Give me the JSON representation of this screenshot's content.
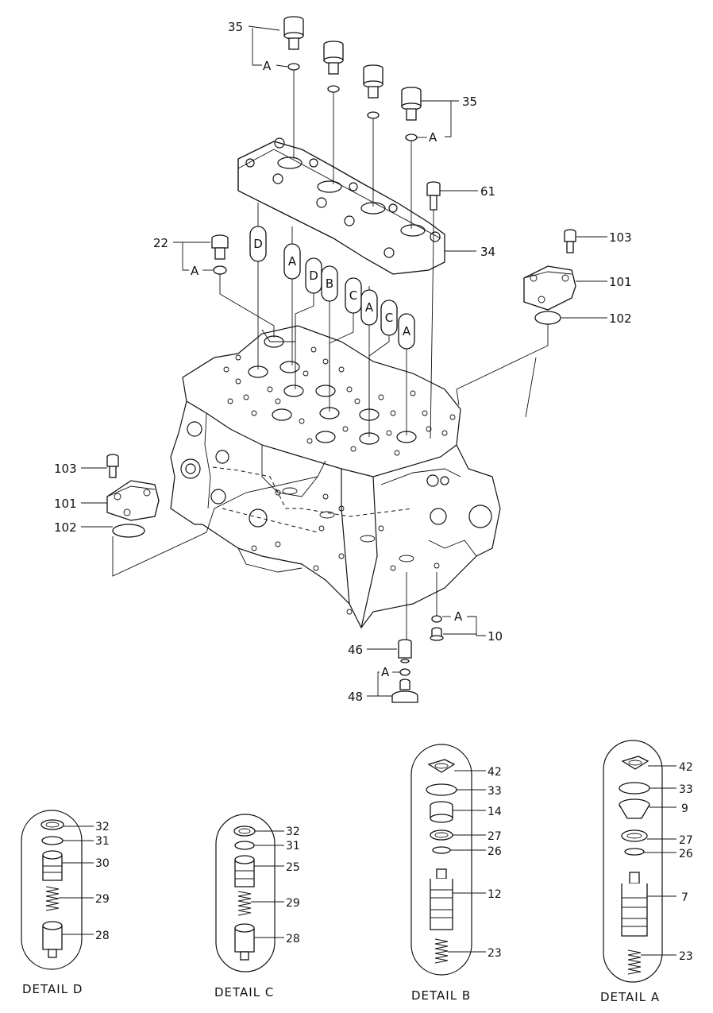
{
  "callouts": {
    "c35a": "35",
    "c35b": "35",
    "c61": "61",
    "c34": "34",
    "c22": "22",
    "c103r": "103",
    "c101r": "101",
    "c102r": "102",
    "c103l": "103",
    "c101l": "101",
    "c102l": "102",
    "c10": "10",
    "c46": "46",
    "c48": "48"
  },
  "ref_a": "A",
  "capsule_letters": [
    "D",
    "A",
    "D",
    "B",
    "C",
    "A",
    "C",
    "A"
  ],
  "details": {
    "d": {
      "caption": "DETAIL  D",
      "labels": [
        "32",
        "31",
        "30",
        "29",
        "28"
      ]
    },
    "c": {
      "caption": "DETAIL  C",
      "labels": [
        "32",
        "31",
        "25",
        "29",
        "28"
      ]
    },
    "b": {
      "caption": "DETAIL  B",
      "labels": [
        "42",
        "33",
        "14",
        "27",
        "26",
        "12",
        "23"
      ]
    },
    "a": {
      "caption": "DETAIL  A",
      "labels": [
        "42",
        "33",
        "9",
        "27",
        "26",
        "7",
        "23"
      ]
    }
  }
}
